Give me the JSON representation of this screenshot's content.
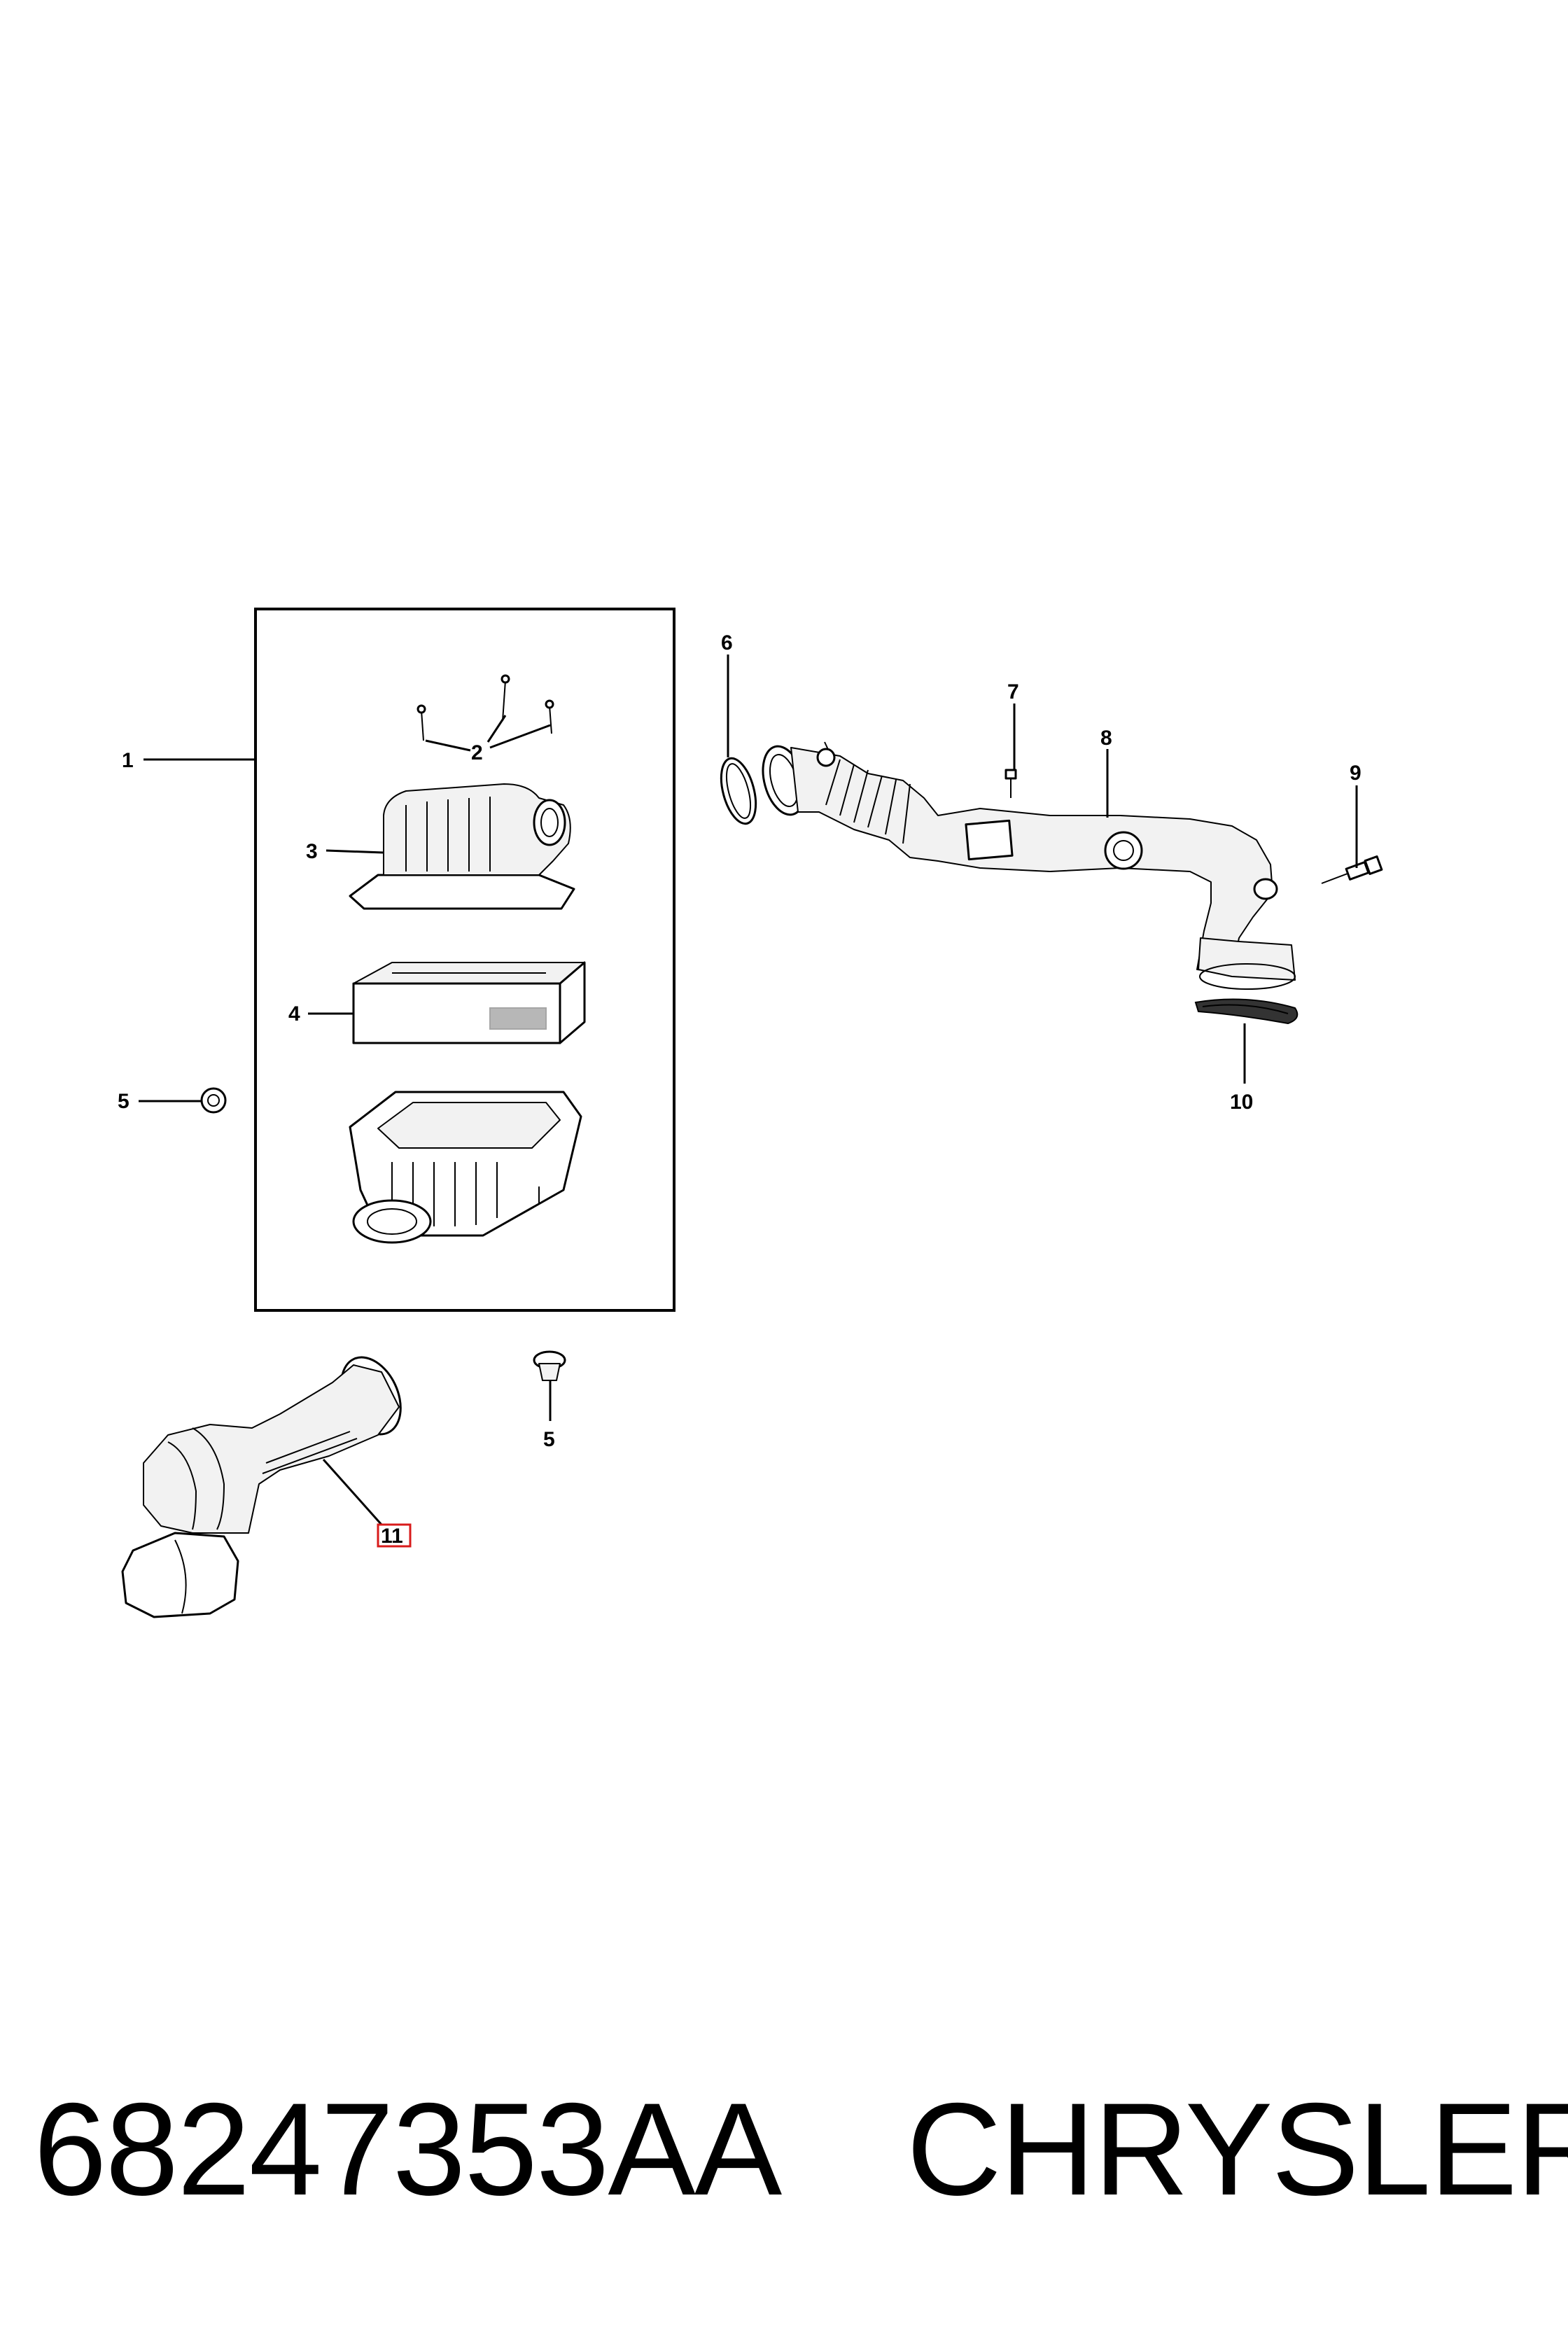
{
  "callouts": {
    "c1": "1",
    "c2": "2",
    "c3": "3",
    "c4": "4",
    "c5a": "5",
    "c5b": "5",
    "c6": "6",
    "c7": "7",
    "c8": "8",
    "c9": "9",
    "c10": "10",
    "c11": "11"
  },
  "highlight_color": "#d81b1b",
  "footer": {
    "part_number": "68247353AA",
    "brand": "CHRYSLER"
  }
}
